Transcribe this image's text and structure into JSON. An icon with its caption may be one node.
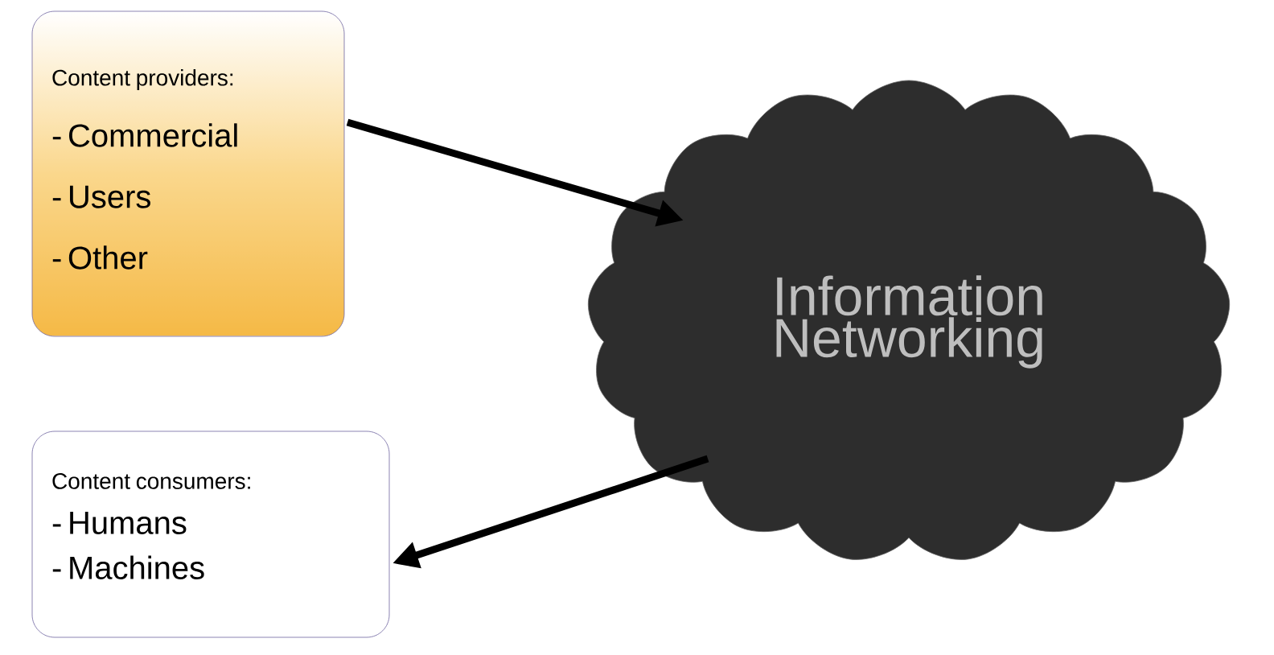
{
  "diagram": {
    "nodes": [
      {
        "text": [
          "Content providers:",
          "- Commercial",
          "- Users",
          "- Other"
        ]
      },
      {
        "text": [
          "Information Networking"
        ]
      },
      {
        "text": [
          "Content consumers:",
          "- Humans",
          "- Machines"
        ]
      }
    ],
    "edges": [
      {
        "from": 0,
        "to": 1,
        "arrow": "to"
      },
      {
        "from": 1,
        "to": 2,
        "arrow": "to"
      }
    ]
  }
}
